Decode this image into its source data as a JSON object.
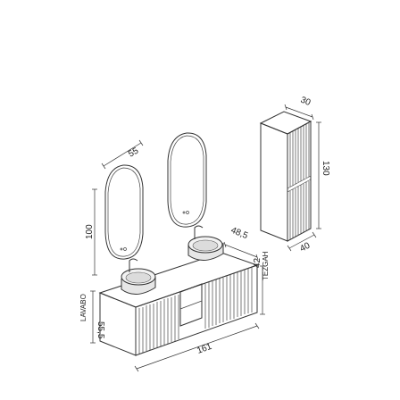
{
  "dimensions": {
    "mirror_width": "55",
    "mirror_height": "100",
    "cabinet_depth": "48,5",
    "counter_height": "42",
    "counter_label": "TEZGAH",
    "vanity_width": "161",
    "basin_height": "55,5",
    "basin_label": "LAVABO",
    "tall_width": "40",
    "tall_depth": "30",
    "tall_height": "130"
  },
  "colors": {
    "line": "#333333",
    "basin_fill": "#e6e6e6",
    "mirror_glass": "#ffffff"
  }
}
